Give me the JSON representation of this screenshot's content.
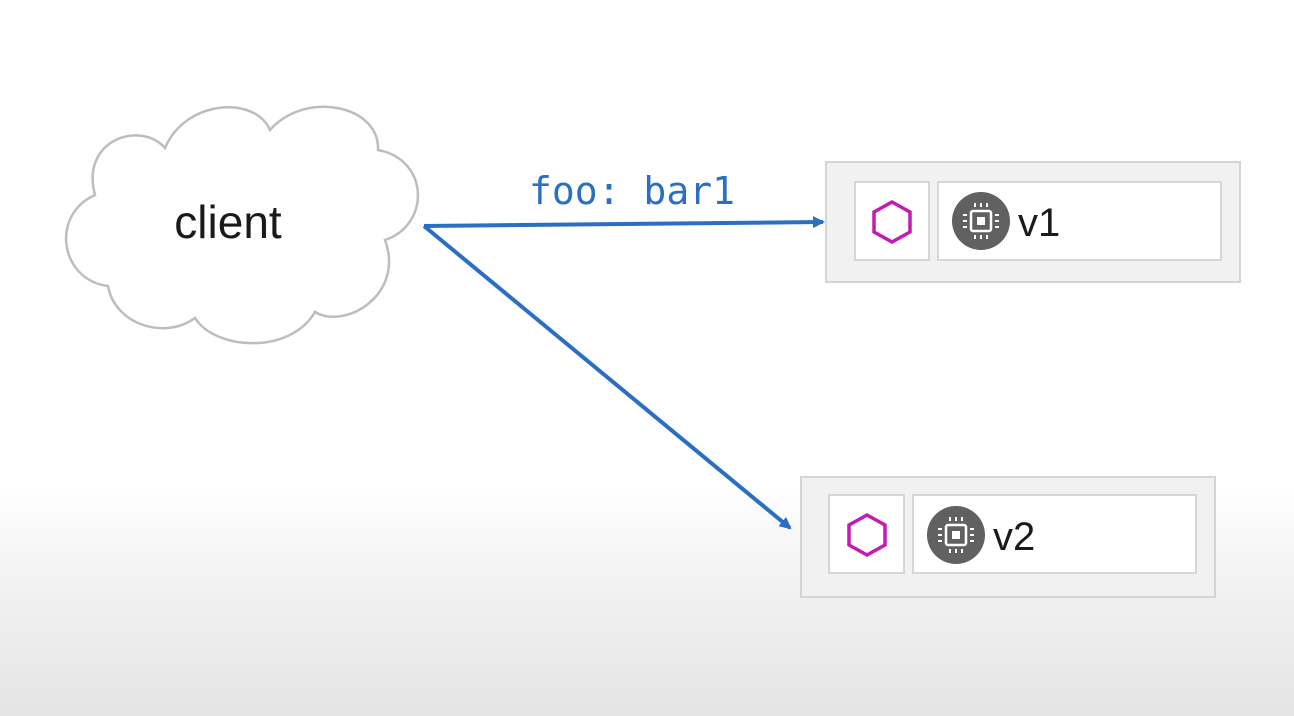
{
  "client": {
    "label": "client"
  },
  "edge": {
    "label": "foo: bar1"
  },
  "pods": [
    {
      "version": "v1",
      "service_icon": "hexagon-icon",
      "chip_icon": "cpu-chip-icon"
    },
    {
      "version": "v2",
      "service_icon": "hexagon-icon",
      "chip_icon": "cpu-chip-icon"
    }
  ],
  "colors": {
    "arrow": "#2a6fc4",
    "hexagon": "#c41bb5",
    "chip_circle": "#616161",
    "pod_border": "#cfcfcf",
    "pod_bg": "#f1f1f1",
    "cloud_stroke": "#bdbdbd"
  }
}
